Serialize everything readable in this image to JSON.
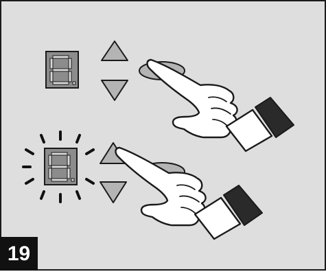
{
  "figure": {
    "number": "19"
  },
  "colors": {
    "panel_background": "#dedede",
    "display_background": "#8c8c8c",
    "segment_color": "#d8d8d8",
    "button_fill": "#b4b4b4",
    "outline": "#1a1a1a",
    "sleeve_color": "#2a2a2a",
    "badge_background": "#111111",
    "badge_text": "#ffffff"
  },
  "steps": [
    {
      "display_state": "steady",
      "buttons": [
        "up-arrow-button",
        "down-arrow-button",
        "oval-button"
      ],
      "finger_target": "oval-button"
    },
    {
      "display_state": "blinking",
      "buttons": [
        "up-arrow-button",
        "down-arrow-button",
        "oval-button"
      ],
      "finger_target": "up-arrow-button"
    }
  ]
}
